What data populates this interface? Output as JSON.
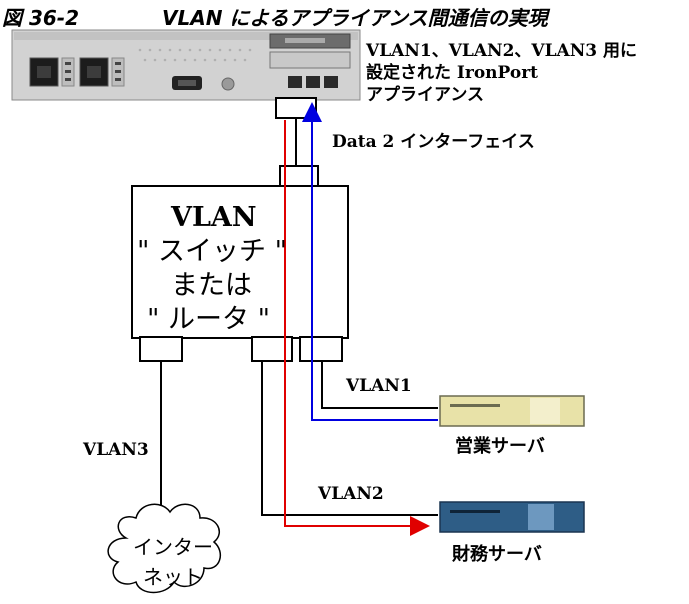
{
  "figure": {
    "number": "図 36-2",
    "title": "VLAN によるアプライアンス間通信の実現"
  },
  "appliance": {
    "label_lines": [
      "VLAN1、VLAN2、VLAN3 用に",
      "設定された IronPort",
      "アプライアンス"
    ]
  },
  "interface_label": "Data 2 インターフェイス",
  "switch": {
    "lines": [
      "VLAN",
      "\" スイッチ \"",
      "または",
      "\" ルータ \""
    ]
  },
  "vlans": {
    "vlan1": "VLAN1",
    "vlan2": "VLAN2",
    "vlan3": "VLAN3"
  },
  "servers": {
    "sales": "営業サーバ",
    "finance": "財務サーバ"
  },
  "internet": {
    "lines": [
      "インター",
      "ネット"
    ]
  },
  "colors": {
    "vlan1_path": "#0000e0",
    "vlan2_path": "#e00000",
    "sales_server": "#e8e2a8",
    "finance_server": "#2e5d86",
    "appliance_body": "#d0d0d0"
  }
}
